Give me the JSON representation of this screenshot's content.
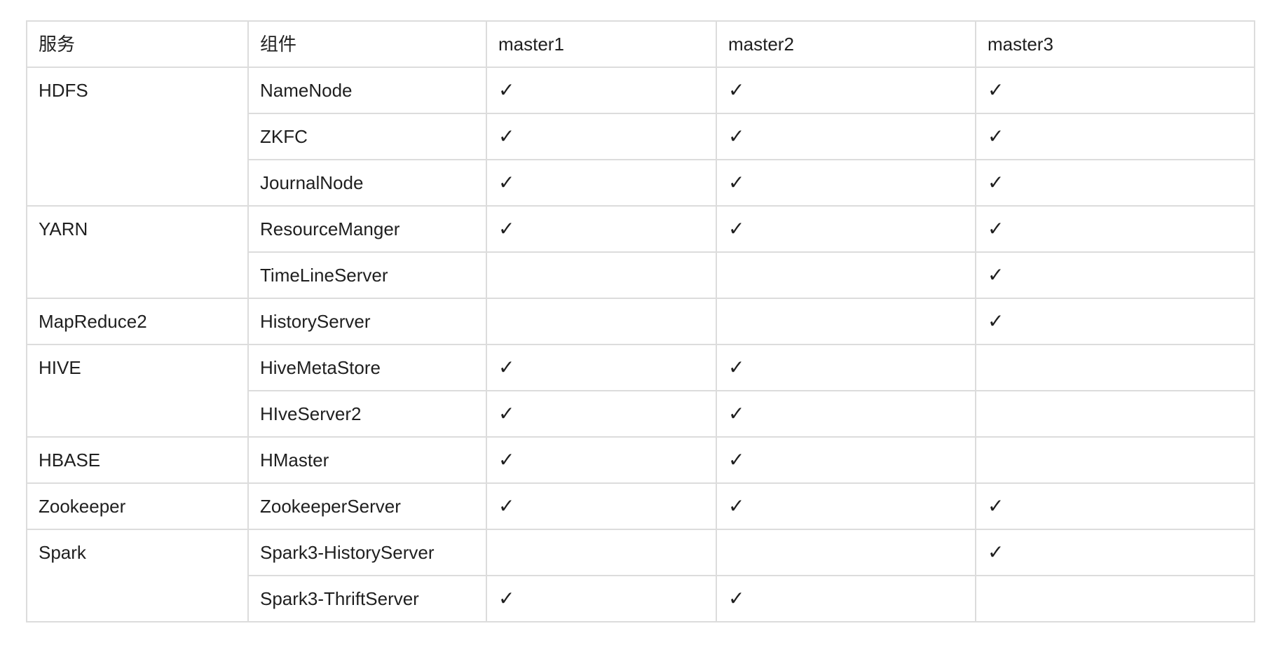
{
  "table": {
    "headers": {
      "service": "服务",
      "component": "组件",
      "master1": "master1",
      "master2": "master2",
      "master3": "master3"
    },
    "check_symbol": "✓",
    "groups": [
      {
        "service": "HDFS",
        "components": [
          {
            "name": "NameNode",
            "master1": "✓",
            "master2": "✓",
            "master3": "✓"
          },
          {
            "name": "ZKFC",
            "master1": "✓",
            "master2": "✓",
            "master3": "✓"
          },
          {
            "name": "JournalNode",
            "master1": "✓",
            "master2": "✓",
            "master3": "✓"
          }
        ]
      },
      {
        "service": "YARN",
        "components": [
          {
            "name": "ResourceManger",
            "master1": "✓",
            "master2": "✓",
            "master3": "✓"
          },
          {
            "name": "TimeLineServer",
            "master1": "",
            "master2": "",
            "master3": "✓"
          }
        ]
      },
      {
        "service": "MapReduce2",
        "components": [
          {
            "name": "HistoryServer",
            "master1": "",
            "master2": "",
            "master3": "✓"
          }
        ]
      },
      {
        "service": "HIVE",
        "components": [
          {
            "name": "HiveMetaStore",
            "master1": "✓",
            "master2": "✓",
            "master3": ""
          },
          {
            "name": "HIveServer2",
            "master1": "✓",
            "master2": "✓",
            "master3": ""
          }
        ]
      },
      {
        "service": "HBASE",
        "components": [
          {
            "name": "HMaster",
            "master1": "✓",
            "master2": "✓",
            "master3": ""
          }
        ]
      },
      {
        "service": "Zookeeper",
        "components": [
          {
            "name": "ZookeeperServer",
            "master1": "✓",
            "master2": "✓",
            "master3": "✓"
          }
        ]
      },
      {
        "service": "Spark",
        "components": [
          {
            "name": "Spark3-HistoryServer",
            "master1": "",
            "master2": "",
            "master3": "✓"
          },
          {
            "name": "Spark3-ThriftServer",
            "master1": "✓",
            "master2": "✓",
            "master3": ""
          }
        ]
      }
    ]
  }
}
